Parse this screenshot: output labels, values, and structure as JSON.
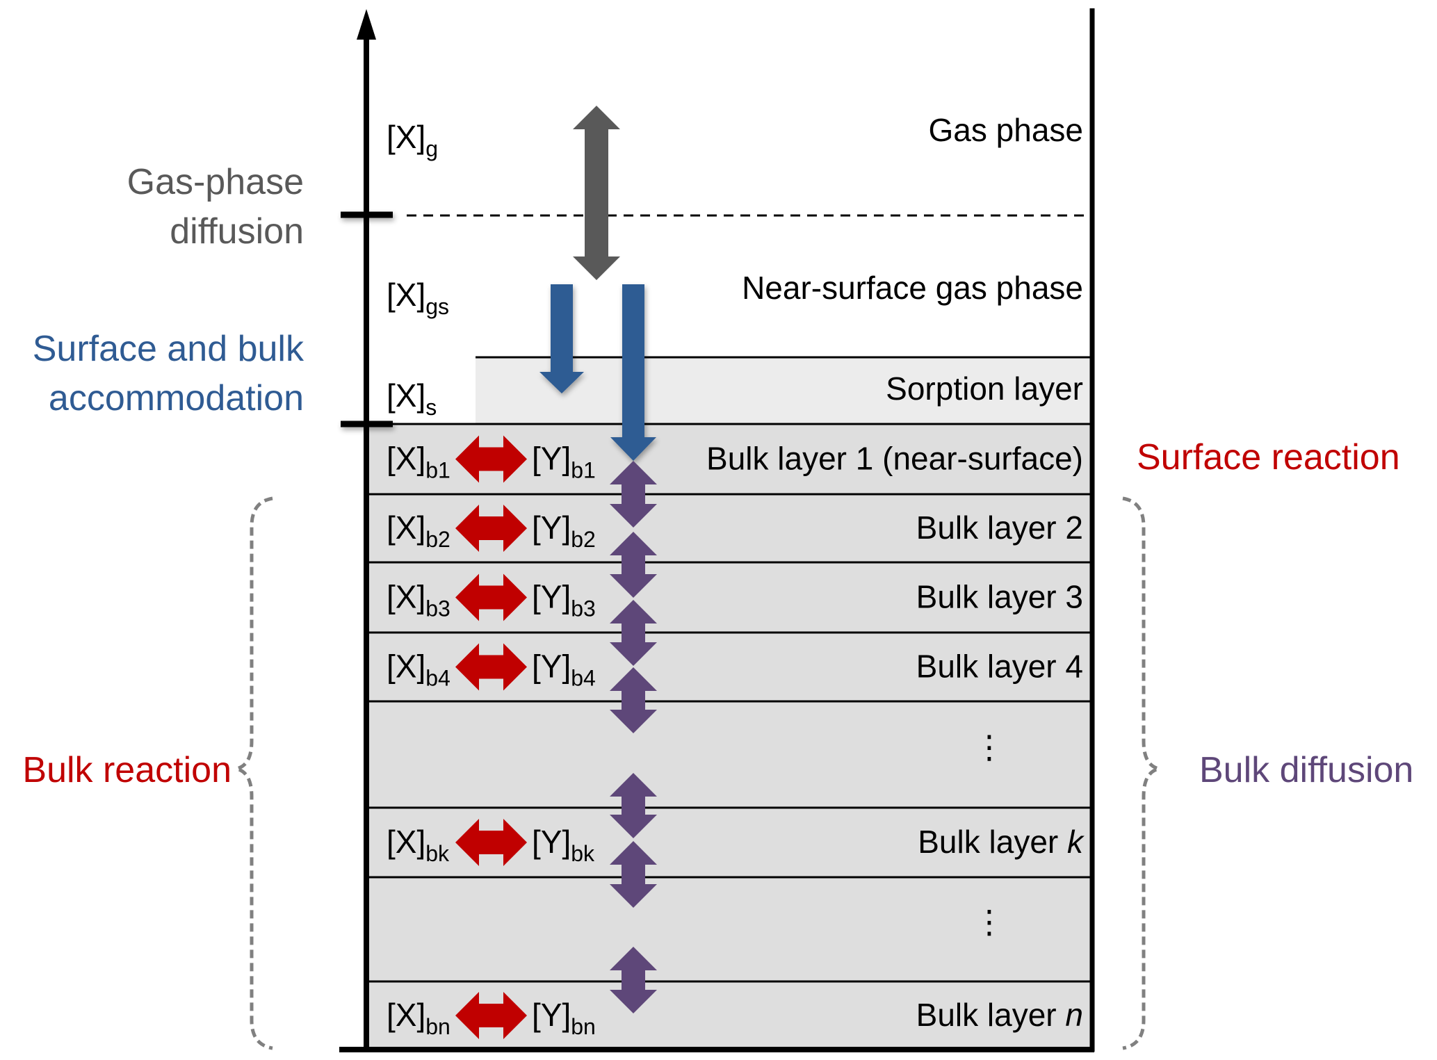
{
  "title": "Kinetic multi-layer model compartments and transport/reaction processes",
  "colors": {
    "gas_diffusion": "#595959",
    "accommodation": "#2f5b93",
    "reaction": "#c00000",
    "bulk_diffusion": "#5e4779",
    "sorption_fill": "#ececec",
    "bulk_fill": "#dedede"
  },
  "left_labels": {
    "gas_phase_diffusion": [
      "Gas-phase",
      "diffusion"
    ],
    "accommodation": [
      "Surface and bulk",
      "accommodation"
    ],
    "bulk_reaction": "Bulk reaction"
  },
  "right_labels": {
    "surface_reaction": "Surface reaction",
    "bulk_diffusion": "Bulk diffusion"
  },
  "compartments": [
    {
      "id": "gas",
      "label": "Gas phase",
      "conc": {
        "base": "[X]",
        "sub": "g"
      }
    },
    {
      "id": "near-surface-gas",
      "label": "Near-surface gas phase",
      "conc": {
        "base": "[X]",
        "sub": "gs"
      }
    },
    {
      "id": "sorption",
      "label": "Sorption layer",
      "conc": {
        "base": "[X]",
        "sub": "s"
      }
    }
  ],
  "bulk_layers": [
    {
      "label": "Bulk layer 1 (near-surface)",
      "label_italic": "",
      "x": {
        "base": "[X]",
        "sub": "b1"
      },
      "y": {
        "base": "[Y]",
        "sub": "b1"
      }
    },
    {
      "label": "Bulk layer 2",
      "label_italic": "",
      "x": {
        "base": "[X]",
        "sub": "b2"
      },
      "y": {
        "base": "[Y]",
        "sub": "b2"
      }
    },
    {
      "label": "Bulk layer 3",
      "label_italic": "",
      "x": {
        "base": "[X]",
        "sub": "b3"
      },
      "y": {
        "base": "[Y]",
        "sub": "b3"
      }
    },
    {
      "label": "Bulk layer 4",
      "label_italic": "",
      "x": {
        "base": "[X]",
        "sub": "b4"
      },
      "y": {
        "base": "[Y]",
        "sub": "b4"
      }
    },
    {
      "ellipsis": true
    },
    {
      "label": "Bulk layer ",
      "label_italic": "k",
      "x": {
        "base": "[X]",
        "sub": "bk"
      },
      "y": {
        "base": "[Y]",
        "sub": "bk"
      }
    },
    {
      "ellipsis": true
    },
    {
      "label": "Bulk layer ",
      "label_italic": "n",
      "x": {
        "base": "[X]",
        "sub": "bn"
      },
      "y": {
        "base": "[Y]",
        "sub": "bn"
      }
    }
  ],
  "ellipsis_glyph": "⋮"
}
